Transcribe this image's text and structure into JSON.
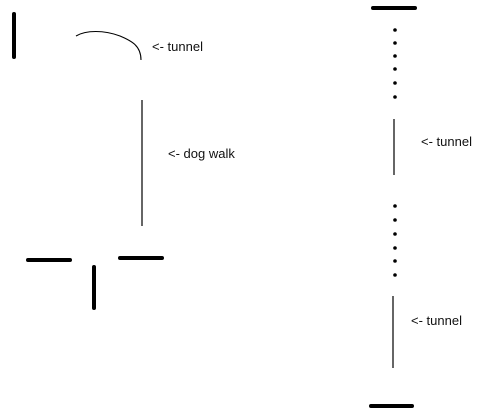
{
  "labels": {
    "tunnel_top_left": "<- tunnel",
    "dog_walk": "<- dog walk",
    "tunnel_right_upper": "<- tunnel",
    "tunnel_right_lower": "<- tunnel"
  },
  "colors": {
    "background": "#ffffff",
    "ink": "#000000",
    "text": "#111111"
  }
}
